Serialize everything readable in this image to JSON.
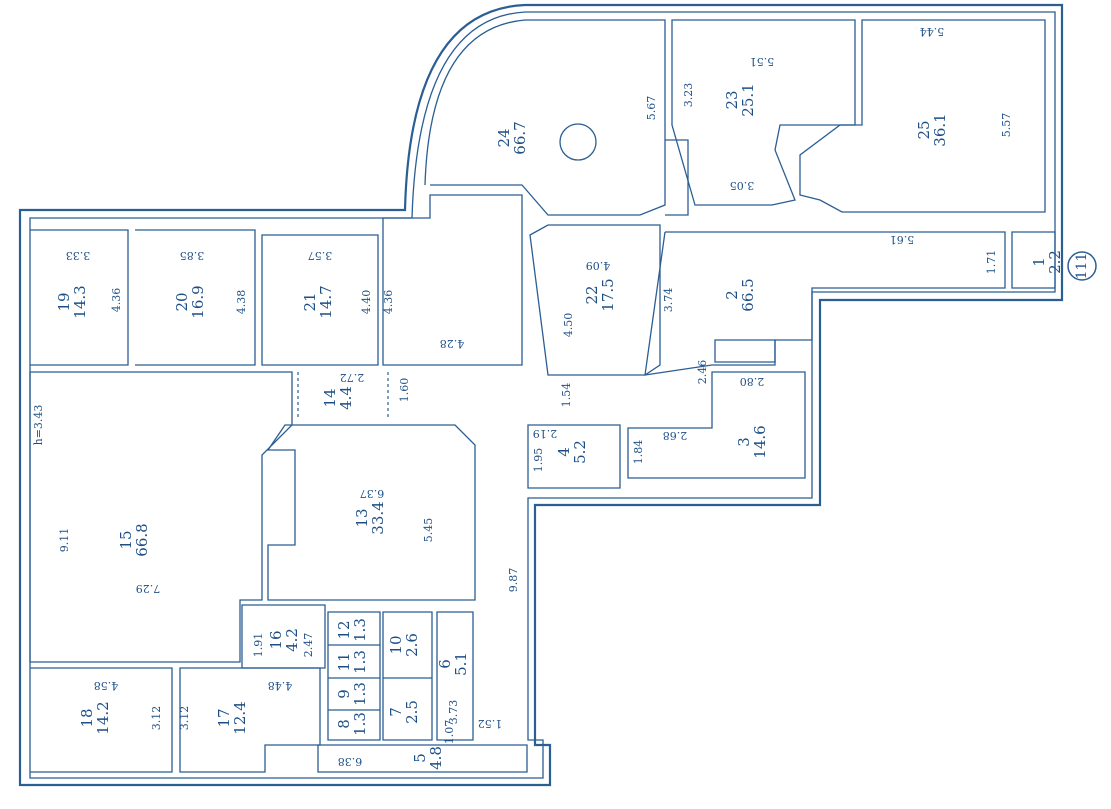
{
  "apartment_number": "111",
  "rooms": [
    {
      "number": "1",
      "area": "2.2"
    },
    {
      "number": "2",
      "area": "66.5"
    },
    {
      "number": "3",
      "area": "14.6"
    },
    {
      "number": "4",
      "area": "5.2"
    },
    {
      "number": "5",
      "area": "4.8"
    },
    {
      "number": "6",
      "area": "5.1"
    },
    {
      "number": "7",
      "area": "2.5"
    },
    {
      "number": "8",
      "area": "1.3"
    },
    {
      "number": "9",
      "area": "1.3"
    },
    {
      "number": "10",
      "area": "2.6"
    },
    {
      "number": "11",
      "area": "1.3"
    },
    {
      "number": "12",
      "area": "1.3"
    },
    {
      "number": "13",
      "area": "33.4"
    },
    {
      "number": "14",
      "area": "4.4"
    },
    {
      "number": "15",
      "area": "66.8"
    },
    {
      "number": "16",
      "area": "4.2"
    },
    {
      "number": "17",
      "area": "12.4"
    },
    {
      "number": "18",
      "area": "14.2"
    },
    {
      "number": "19",
      "area": "14.3"
    },
    {
      "number": "20",
      "area": "16.9"
    },
    {
      "number": "21",
      "area": "14.7"
    },
    {
      "number": "22",
      "area": "17.5"
    },
    {
      "number": "23",
      "area": "25.1"
    },
    {
      "number": "24",
      "area": "66.7"
    },
    {
      "number": "25",
      "area": "36.1"
    }
  ],
  "dimensions": [
    "5.44",
    "5.51",
    "3.23",
    "5.67",
    "5.57",
    "3.05",
    "5.61",
    "1.71",
    "3.33",
    "4.36",
    "3.85",
    "4.38",
    "3.57",
    "4.40",
    "4.36",
    "4.28",
    "4.09",
    "4.50",
    "3.74",
    "2.46",
    "2.80",
    "2.72",
    "1.60",
    "1.54",
    "2.19",
    "1.95",
    "1.84",
    "2.68",
    "h=3.43",
    "9.11",
    "7.29",
    "6.37",
    "5.45",
    "9.87",
    "1.91",
    "2.47",
    "3.73",
    "1.07",
    "1.52",
    "4.58",
    "3.12",
    "4.48",
    "3.12",
    "6.38"
  ]
}
